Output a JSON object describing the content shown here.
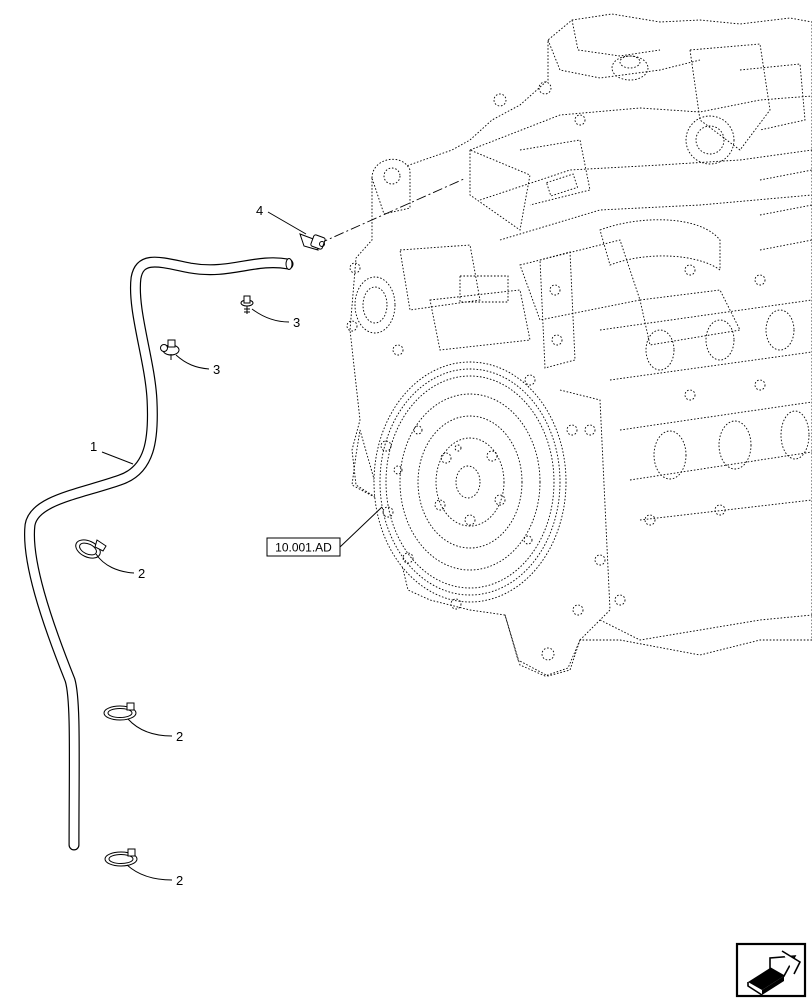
{
  "callouts": [
    {
      "id": "hose",
      "label": "1"
    },
    {
      "id": "clamp-a",
      "label": "2"
    },
    {
      "id": "clamp-b",
      "label": "2"
    },
    {
      "id": "clamp-c",
      "label": "2"
    },
    {
      "id": "fastener-a",
      "label": "3"
    },
    {
      "id": "fastener-b",
      "label": "3"
    },
    {
      "id": "fitting",
      "label": "4"
    }
  ],
  "reference": {
    "label": "10.001.AD"
  },
  "nav_icon": "next-page-arrow-icon"
}
